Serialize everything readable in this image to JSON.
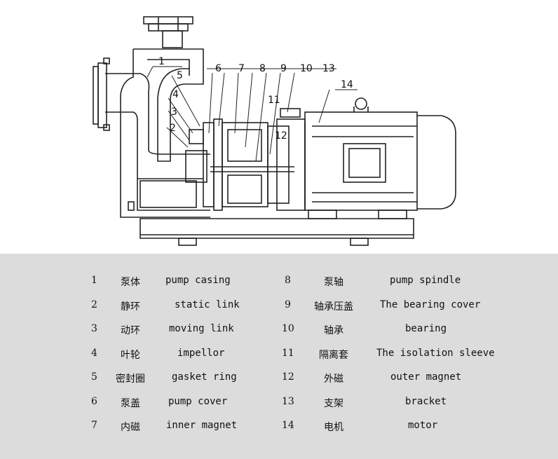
{
  "callouts": [
    "1",
    "2",
    "3",
    "4",
    "5",
    "6",
    "7",
    "8",
    "9",
    "10",
    "11",
    "12",
    "13",
    "14"
  ],
  "legend": {
    "left": [
      {
        "num": "1",
        "zh": "泵体",
        "en": "pump casing"
      },
      {
        "num": "2",
        "zh": "静环",
        "en": "static link"
      },
      {
        "num": "3",
        "zh": "动环",
        "en": "moving link"
      },
      {
        "num": "4",
        "zh": "叶轮",
        "en": "impellor"
      },
      {
        "num": "5",
        "zh": "密封圈",
        "en": "gasket ring"
      },
      {
        "num": "6",
        "zh": "泵盖",
        "en": "pump cover"
      },
      {
        "num": "7",
        "zh": "内磁",
        "en": "inner magnet"
      }
    ],
    "right": [
      {
        "num": "8",
        "zh": "泵轴",
        "en": "pump spindle"
      },
      {
        "num": "9",
        "zh": "轴承压盖",
        "en": "The bearing cover"
      },
      {
        "num": "10",
        "zh": "轴承",
        "en": "bearing"
      },
      {
        "num": "11",
        "zh": "隔离套",
        "en": "The isolation sleeve"
      },
      {
        "num": "12",
        "zh": "外磁",
        "en": "outer magnet"
      },
      {
        "num": "13",
        "zh": "支架",
        "en": "bracket"
      },
      {
        "num": "14",
        "zh": "电机",
        "en": "motor"
      }
    ]
  }
}
